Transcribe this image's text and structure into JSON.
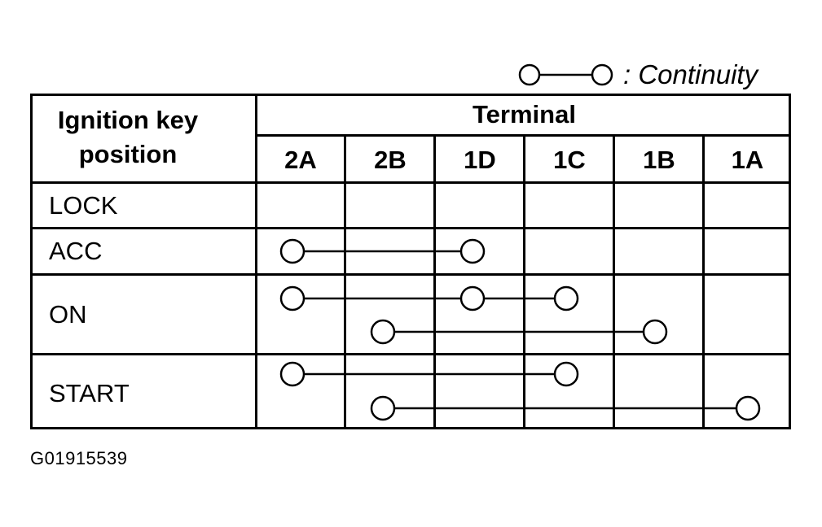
{
  "legend": {
    "label": ": Continuity"
  },
  "header": {
    "position_label_line1": "Ignition key",
    "position_label_line2": "position",
    "terminal_label": "Terminal"
  },
  "terminals": [
    "2A",
    "2B",
    "1D",
    "1C",
    "1B",
    "1A"
  ],
  "rows": [
    {
      "label": "LOCK",
      "connections": []
    },
    {
      "label": "ACC",
      "connections": [
        [
          "2A",
          "1D"
        ]
      ]
    },
    {
      "label": "ON",
      "connections": [
        [
          "2A",
          "1D",
          "1C"
        ],
        [
          "2B",
          "1B"
        ]
      ]
    },
    {
      "label": "START",
      "connections": [
        [
          "2A",
          "1C"
        ],
        [
          "2B",
          "1A"
        ]
      ]
    }
  ],
  "footer": {
    "code": "G01915539"
  }
}
